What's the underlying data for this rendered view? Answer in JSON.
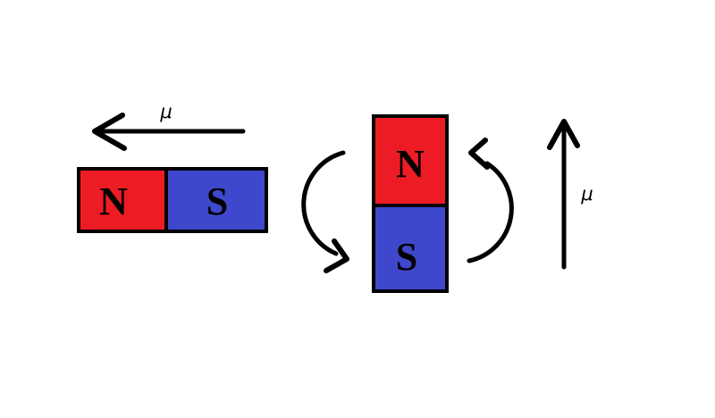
{
  "colors": {
    "north_pole": "#ED1C24",
    "south_pole": "#3F48CC",
    "line": "#000000",
    "background": "#FFFFFF"
  },
  "horizontal_magnet": {
    "north_label": "N",
    "south_label": "S",
    "moment_label": "μ"
  },
  "vertical_magnet": {
    "north_label": "N",
    "south_label": "S",
    "moment_label": "μ"
  }
}
